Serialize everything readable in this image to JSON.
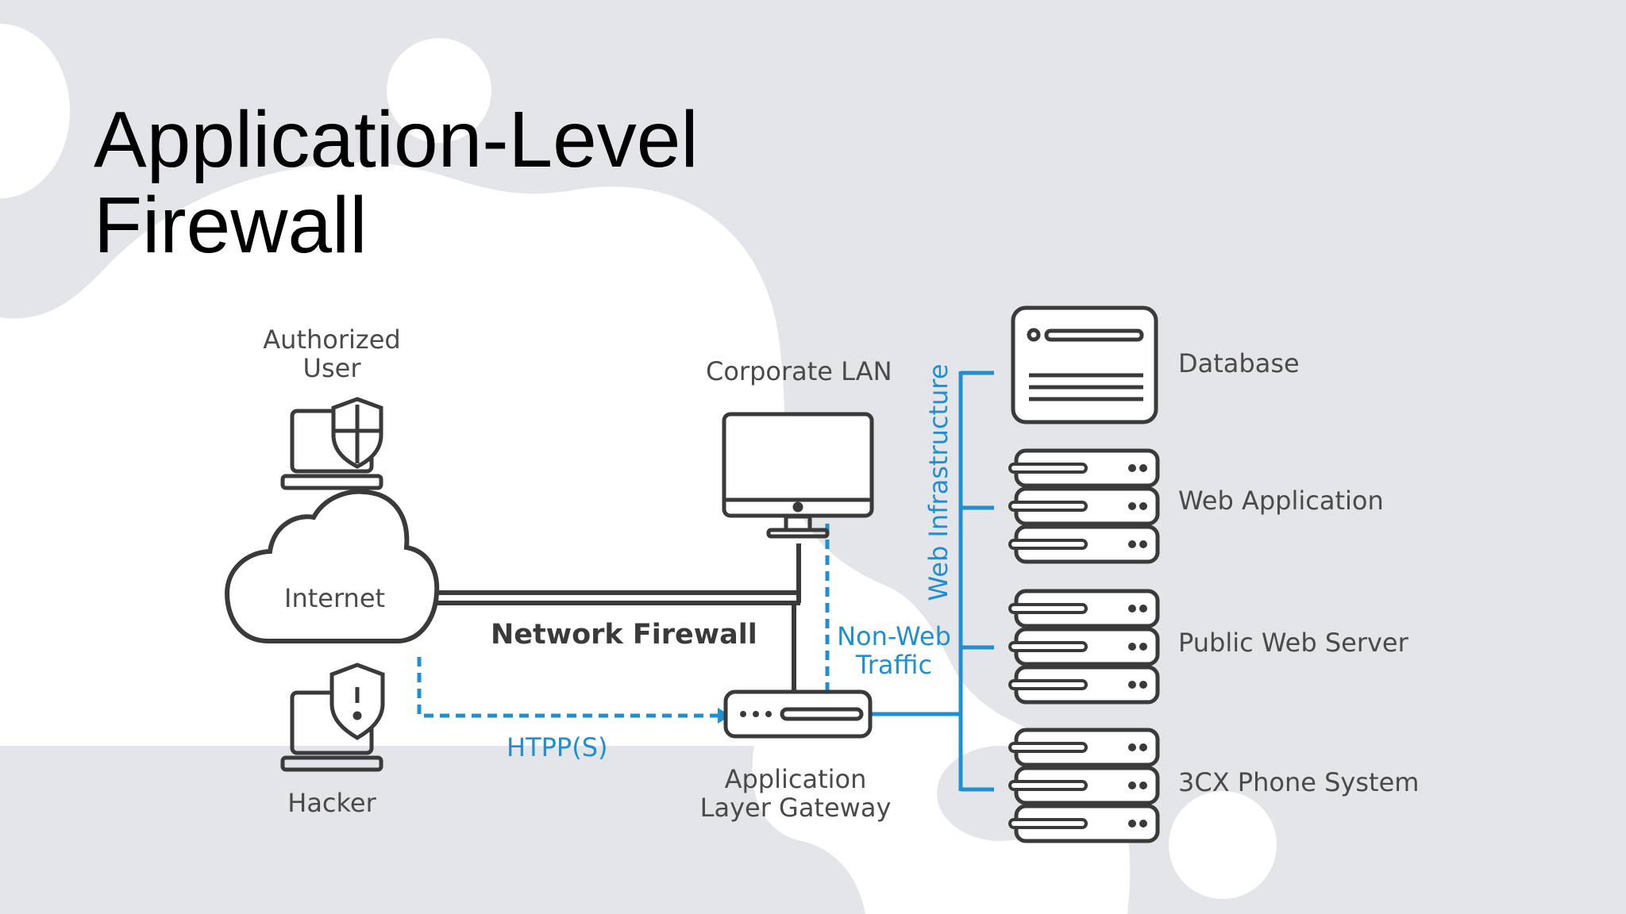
{
  "slide": {
    "title_line1": "Application-Level",
    "title_line2": "Firewall"
  },
  "diagram": {
    "authorized_user_line1": "Authorized",
    "authorized_user_line2": "User",
    "internet": "Internet",
    "hacker": "Hacker",
    "corporate_lan": "Corporate LAN",
    "network_firewall": "Network Firewall",
    "non_web_line1": "Non-Web",
    "non_web_line2": "Traffic",
    "https": "HTPP(S)",
    "gateway_line1": "Application",
    "gateway_line2": "Layer Gateway",
    "web_infrastructure": "Web Infrastructure",
    "database": "Database",
    "web_application": "Web Application",
    "public_web_server": "Public Web Server",
    "phone_system": "3CX Phone System"
  },
  "colors": {
    "background": "#e4e5e9",
    "blob": "#ffffff",
    "accent_blue": "#1f8fd1",
    "stroke_dark": "#3a3a3a"
  }
}
